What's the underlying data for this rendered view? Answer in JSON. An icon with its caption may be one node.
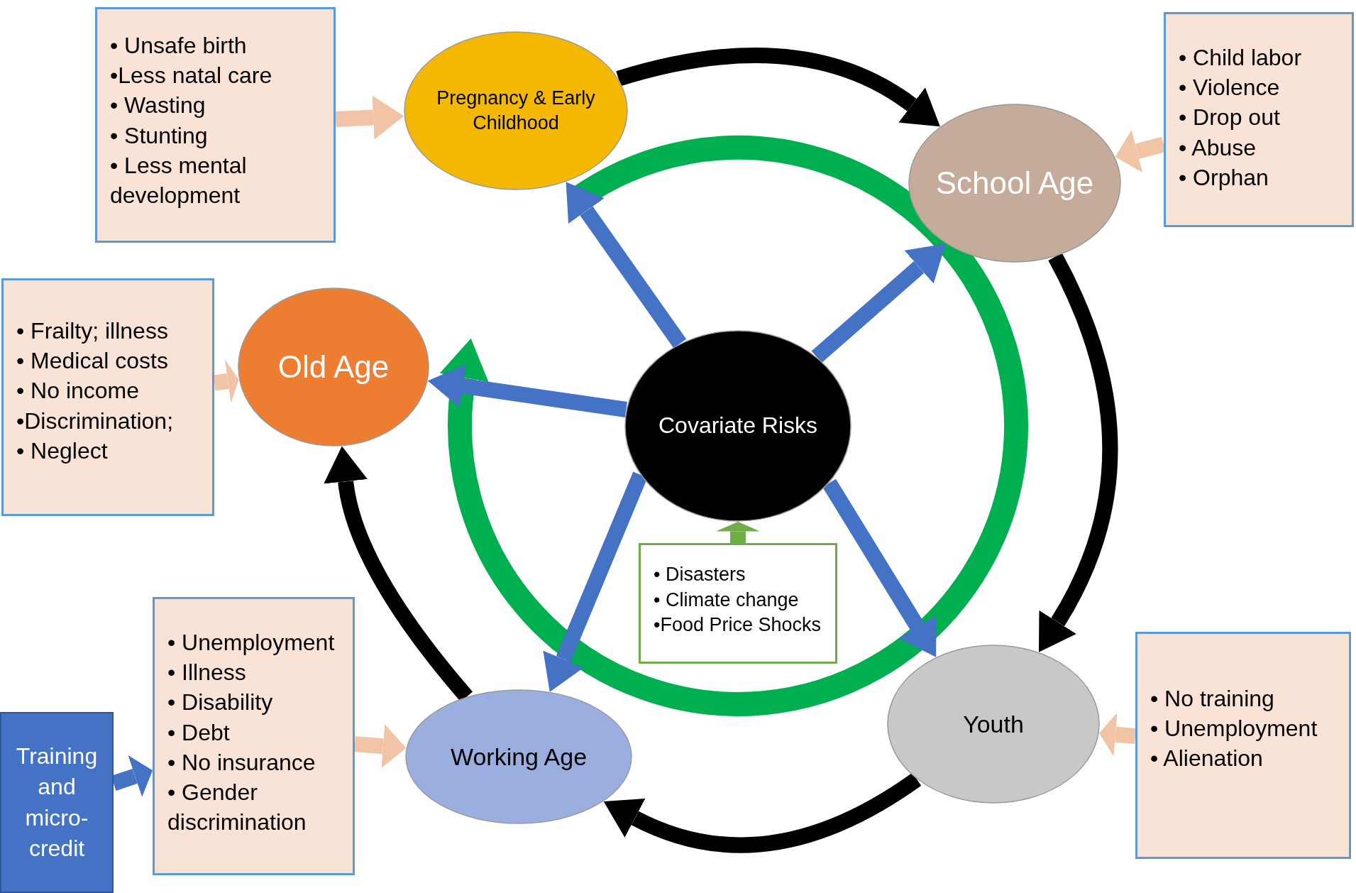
{
  "diagram": {
    "nodes": [
      {
        "text": [
          "• Unsafe birth",
          "•Less natal care",
          "• Wasting",
          "• Stunting",
          "• Less mental development"
        ]
      },
      {
        "text": [
          "Pregnancy & Early Childhood"
        ]
      },
      {
        "text": [
          "• Child labor",
          "• Violence",
          "• Drop out",
          "• Abuse",
          "• Orphan"
        ]
      },
      {
        "text": [
          "School Age"
        ]
      },
      {
        "text": [
          "• Frailty; illness",
          "• Medical costs",
          "• No income",
          "•Discrimination;",
          "• Neglect"
        ]
      },
      {
        "text": [
          "Old Age"
        ]
      },
      {
        "text": [
          "Covariate Risks"
        ]
      },
      {
        "text": [
          "• Disasters",
          "• Climate change",
          "•Food Price Shocks"
        ]
      },
      {
        "text": [
          "• Unemployment",
          "• Illness",
          "• Disability",
          "• Debt",
          "• No insurance",
          "• Gender discrimination"
        ]
      },
      {
        "text": [
          "Working Age"
        ]
      },
      {
        "text": [
          "Youth"
        ]
      },
      {
        "text": [
          "• No training",
          "• Unemployment",
          "• Alienation"
        ]
      },
      {
        "text": [
          "Training and micro-credit"
        ]
      }
    ],
    "edges": [
      {
        "from": 0,
        "to": 1,
        "arrow": "to",
        "color": "#f2c4a6"
      },
      {
        "from": 2,
        "to": 3,
        "arrow": "to",
        "color": "#f2c4a6"
      },
      {
        "from": 4,
        "to": 5,
        "arrow": "to",
        "color": "#f2c4a6"
      },
      {
        "from": 7,
        "to": 6,
        "arrow": "to",
        "color": "#70ad47"
      },
      {
        "from": 8,
        "to": 9,
        "arrow": "to",
        "color": "#f2c4a6"
      },
      {
        "from": 11,
        "to": 10,
        "arrow": "to",
        "color": "#f2c4a6"
      },
      {
        "from": 12,
        "to": 8,
        "arrow": "to",
        "color": "#4472c4"
      },
      {
        "from": 1,
        "to": 3,
        "arrow": "to",
        "color": "#000000"
      },
      {
        "from": 3,
        "to": 10,
        "arrow": "to",
        "color": "#000000"
      },
      {
        "from": 10,
        "to": 9,
        "arrow": "to",
        "color": "#000000"
      },
      {
        "from": 9,
        "to": 5,
        "arrow": "to",
        "color": "#000000"
      },
      {
        "from": 6,
        "to": 1,
        "arrow": "to",
        "color": "#4472c4"
      },
      {
        "from": 6,
        "to": 3,
        "arrow": "to",
        "color": "#4472c4"
      },
      {
        "from": 6,
        "to": 5,
        "arrow": "to",
        "color": "#4472c4"
      },
      {
        "from": 6,
        "to": 10,
        "arrow": "to",
        "color": "#4472c4"
      },
      {
        "from": 6,
        "to": 9,
        "arrow": "to",
        "color": "#4472c4"
      }
    ]
  }
}
